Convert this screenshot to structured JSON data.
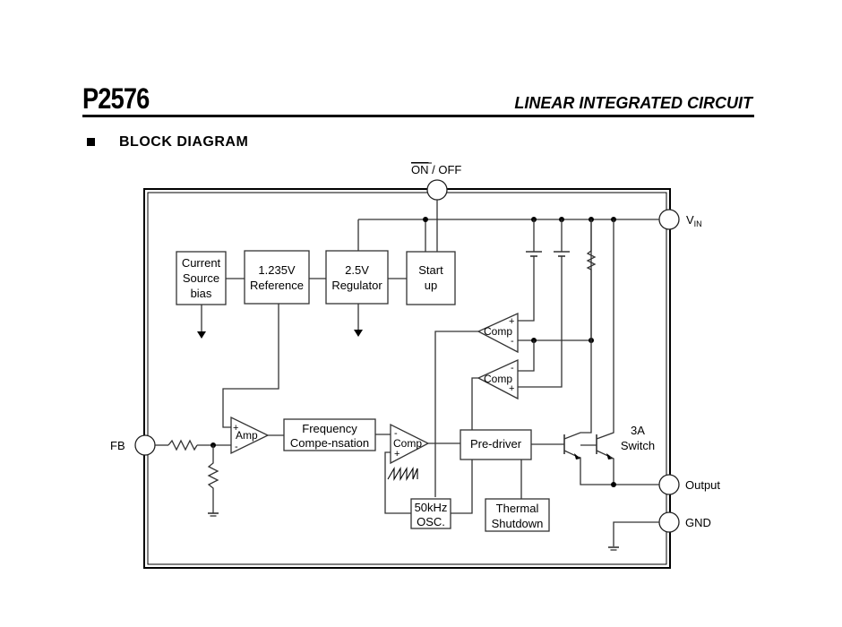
{
  "header": {
    "part_number": "P2576",
    "document_type": "LINEAR INTEGRATED CIRCUIT"
  },
  "section": {
    "title": "BLOCK DIAGRAM"
  },
  "diagram": {
    "pins": {
      "on_off": {
        "label_overlined": "ON",
        "label_rest": " / OFF"
      },
      "vin": {
        "label": "V",
        "subscript": "IN"
      },
      "fb": {
        "label": "FB"
      },
      "output": {
        "label": "Output"
      },
      "gnd": {
        "label": "GND"
      }
    },
    "blocks": {
      "current_source": [
        "Current",
        "Source",
        "bias"
      ],
      "reference": [
        "1.235V",
        "Reference"
      ],
      "regulator": [
        "2.5V",
        "Regulator"
      ],
      "startup": [
        "Start",
        "up"
      ],
      "freq_comp": [
        "Frequency",
        "Compe-nsation"
      ],
      "predriver": [
        "Pre-driver"
      ],
      "oscillator": [
        "50kHz",
        "OSC."
      ],
      "thermal": [
        "Thermal",
        "Shutdown"
      ]
    },
    "amplifiers": {
      "error_amp": {
        "label": "Amp",
        "plus": "+",
        "minus": "-"
      },
      "pwm_comp": {
        "label": "Comp",
        "plus": "+",
        "minus": "-"
      },
      "comp_upper": {
        "label": "Comp",
        "plus": "+",
        "minus": "-"
      },
      "comp_lower": {
        "label": "Comp",
        "plus": "+",
        "minus": "-"
      }
    },
    "switch_label": [
      "3A",
      "Switch"
    ]
  }
}
